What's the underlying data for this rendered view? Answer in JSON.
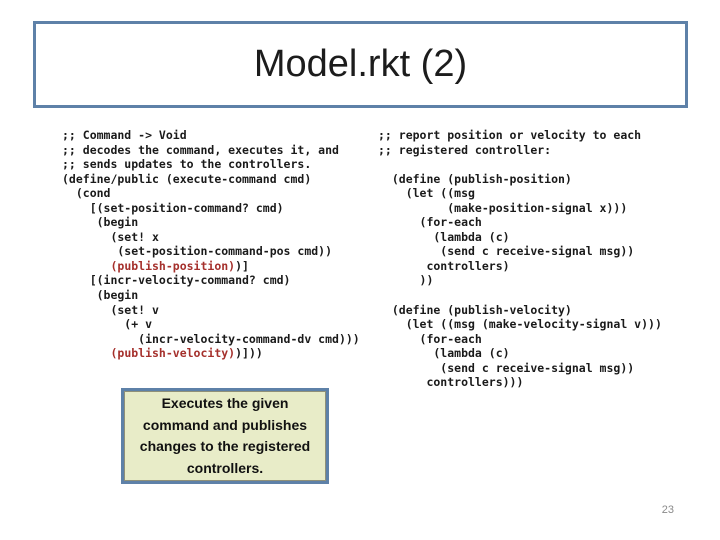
{
  "slide": {
    "title": "Model.rkt (2)",
    "page_number": "23"
  },
  "colors": {
    "accent_border": "#5e81a8",
    "callout_bg": "#e8ecc8",
    "code_red": "#a5302c",
    "code_text": "#1a1a1a",
    "page_number": "#8a8a8a"
  },
  "callout": {
    "lines": [
      "Executes the given",
      "command and publishes",
      "changes to the registered",
      "controllers."
    ]
  },
  "code_columns": {
    "left": {
      "lines": [
        [
          {
            "t": ";; Command -> Void",
            "red": false
          }
        ],
        [
          {
            "t": ";; decodes the command, executes it, and",
            "red": false
          }
        ],
        [
          {
            "t": ";; sends updates to the controllers.",
            "red": false
          }
        ],
        [
          {
            "t": "(define/public (execute-command cmd)",
            "red": false
          }
        ],
        [
          {
            "t": "  (cond",
            "red": false
          }
        ],
        [
          {
            "t": "    [(set-position-command? cmd)",
            "red": false
          }
        ],
        [
          {
            "t": "     (begin",
            "red": false
          }
        ],
        [
          {
            "t": "       (set! x",
            "red": false
          }
        ],
        [
          {
            "t": "        (set-position-command-pos cmd))",
            "red": false
          }
        ],
        [
          {
            "t": "       ",
            "red": false
          },
          {
            "t": "(publish-position)",
            "red": true
          },
          {
            "t": ")]",
            "red": false
          }
        ],
        [
          {
            "t": "    [(incr-velocity-command? cmd)",
            "red": false
          }
        ],
        [
          {
            "t": "     (begin",
            "red": false
          }
        ],
        [
          {
            "t": "       (set! v",
            "red": false
          }
        ],
        [
          {
            "t": "         (+ v",
            "red": false
          }
        ],
        [
          {
            "t": "           (incr-velocity-command-dv cmd)))",
            "red": false
          }
        ],
        [
          {
            "t": "       ",
            "red": false
          },
          {
            "t": "(publish-velocity)",
            "red": true
          },
          {
            "t": ")]))",
            "red": false
          }
        ]
      ]
    },
    "right": {
      "lines": [
        [
          {
            "t": ";; report position or velocity to each",
            "red": false
          }
        ],
        [
          {
            "t": ";; registered controller:",
            "red": false
          }
        ],
        [],
        [
          {
            "t": "  (define (publish-position)",
            "red": false
          }
        ],
        [
          {
            "t": "    (let ((msg",
            "red": false
          }
        ],
        [
          {
            "t": "          (make-position-signal x)))",
            "red": false
          }
        ],
        [
          {
            "t": "      (for-each",
            "red": false
          }
        ],
        [
          {
            "t": "        (lambda (c)",
            "red": false
          }
        ],
        [
          {
            "t": "         (send c receive-signal msg))",
            "red": false
          }
        ],
        [
          {
            "t": "       controllers)",
            "red": false
          }
        ],
        [
          {
            "t": "      ))",
            "red": false
          }
        ],
        [],
        [
          {
            "t": "  (define (publish-velocity)",
            "red": false
          }
        ],
        [
          {
            "t": "    (let ((msg (make-velocity-signal v)))",
            "red": false
          }
        ],
        [
          {
            "t": "      (for-each",
            "red": false
          }
        ],
        [
          {
            "t": "        (lambda (c)",
            "red": false
          }
        ],
        [
          {
            "t": "         (send c receive-signal msg))",
            "red": false
          }
        ],
        [
          {
            "t": "       controllers)))",
            "red": false
          }
        ]
      ]
    }
  }
}
